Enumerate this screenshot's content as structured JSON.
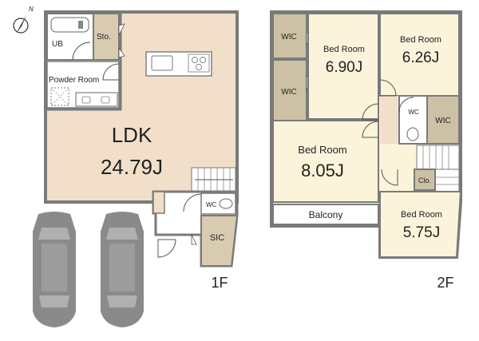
{
  "compass": {
    "north_label": "N"
  },
  "floor1": {
    "floor_label": "1F",
    "rooms": {
      "ldk": {
        "name": "LDK",
        "size": "24.79J"
      },
      "ub": {
        "name": "UB"
      },
      "storage": {
        "name": "Sto."
      },
      "powder": {
        "name": "Powder Room"
      },
      "toilet": {
        "name": "WC"
      },
      "sic": {
        "name": "SIC"
      }
    }
  },
  "floor2": {
    "floor_label": "2F",
    "rooms": {
      "wic_a": {
        "name": "WIC"
      },
      "wic_b": {
        "name": "WIC"
      },
      "wic_c": {
        "name": "WIC"
      },
      "toilet": {
        "name": "WC"
      },
      "closet": {
        "name": "Clo."
      },
      "balcony": {
        "name": "Balcony"
      },
      "bed1": {
        "name": "Bed Room",
        "size": "6.90J"
      },
      "bed2": {
        "name": "Bed Room",
        "size": "6.26J"
      },
      "bed3": {
        "name": "Bed Room",
        "size": "8.05J"
      },
      "bed4": {
        "name": "Bed Room",
        "size": "5.75J"
      }
    }
  },
  "colors": {
    "wall": "#7a7a7a",
    "ldk_floor": "#f1dfc9",
    "bedroom_floor": "#fbf4da",
    "wic_floor": "#ccc1a4",
    "storage_floor": "#d9cbb0",
    "wet_floor": "#ffffff",
    "car": "#8a8a8a"
  }
}
